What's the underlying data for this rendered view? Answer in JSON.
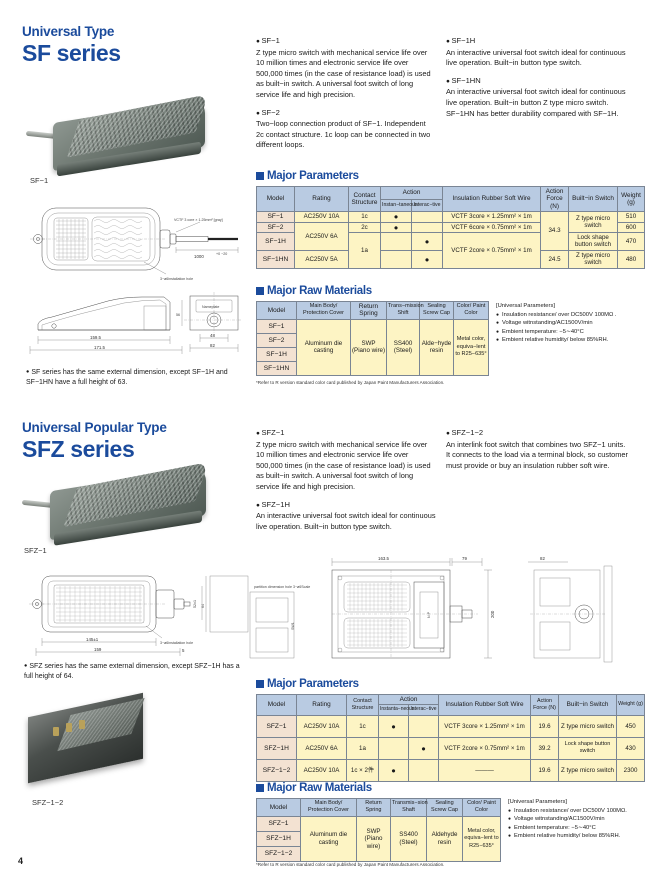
{
  "page": {
    "number": "4"
  },
  "sections": [
    {
      "id": "sf",
      "subtitle": "Universal Type",
      "title": "SF series",
      "photo_caption": "SF−1",
      "dimension_note": "SF series has the same external dimension, except SF−1H and SF−1HN have a full height of 63.",
      "drawing_labels": {
        "cord": "VCTF 3 core × 1.25mm² [gray]",
        "cord_len": "1000",
        "hole": "3−ø6installation hole",
        "plate": "Nameplate",
        "dim_a": "159.5",
        "dim_b": "171.5",
        "dim_c": "48",
        "dim_d": "82"
      },
      "descriptions": [
        {
          "model": "SF−1",
          "text": "Z type micro switch with mechanical service life over 10 million times and electronic service life over 500,000 times (in the case of resistance load) is used as built−in switch. A universal foot switch of long service life and high precision."
        },
        {
          "model": "SF−2",
          "text": "Two−loop connection product of SF−1. Independent 2c contact structure. 1c loop can be connected in two different loops."
        },
        {
          "model": "SF−1H",
          "text": "An interactive universal foot switch ideal for continuous live operation. Built−in button type switch."
        },
        {
          "model": "SF−1HN",
          "text": "An interactive universal foot switch ideal for continuous live operation. Built−in button Z type micro switch. SF−1HN has better durability compared with SF−1H."
        }
      ],
      "parameters": {
        "heading": "Major Parameters",
        "headers": {
          "model": "Model",
          "rating": "Rating",
          "contact": "Contact Structure",
          "action": "Action",
          "instantaneous": "Instan−taneous",
          "interactive": "Interac−tive",
          "wire": "Insulation Rubber Soft Wire",
          "force": "Action Force (N)",
          "switch": "Built−in Switch",
          "weight": "Weight (g)"
        },
        "rows": [
          {
            "model": "SF−1",
            "rating": "AC250V 10A",
            "contact": "1c",
            "inst": "●",
            "inter": "",
            "wire": "VCTF 3core × 1.25mm² × 1m",
            "force": "34.3",
            "switch": "Z type micro switch",
            "weight": "510"
          },
          {
            "model": "SF−2",
            "rating": "AC250V 6A",
            "contact": "2c",
            "inst": "●",
            "inter": "",
            "wire": "VCTF 6core × 0.75mm² × 1m",
            "force": "",
            "switch": "",
            "weight": "600"
          },
          {
            "model": "SF−1H",
            "rating": "",
            "contact": "1a",
            "inst": "",
            "inter": "●",
            "wire": "VCTF 2core × 0.75mm² × 1m",
            "force": "",
            "switch": "Lock shape button switch",
            "weight": "470"
          },
          {
            "model": "SF−1HN",
            "rating": "AC250V 5A",
            "contact": "",
            "inst": "",
            "inter": "●",
            "wire": "",
            "force": "24.5",
            "switch": "Z type micro switch",
            "weight": "480"
          }
        ]
      },
      "materials": {
        "heading": "Major Raw Materials",
        "headers": {
          "model": "Model",
          "body": "Main Body/ Protection Cover",
          "spring": "Return Spring",
          "shaft": "Trans−mission Shift",
          "cap": "Sealing Screw Cap",
          "color": "Color/ Paint Color"
        },
        "models": [
          "SF−1",
          "SF−2",
          "SF−1H",
          "SF−1HN"
        ],
        "values": {
          "body": "Aluminum die casting",
          "spring": "SWP (Piano wire)",
          "shaft": "SS400 (Steel)",
          "cap": "Alde−hyde resin",
          "color": "Metal color, equiva−lent to R25−635°"
        },
        "footnote": "*Refer to R version standard color card published by Japan Paint Manufacturers Association."
      },
      "universal": {
        "title": "[Universal Parameters]",
        "items": [
          "Insulation resistance/ over DC500V 100MΩ .",
          "Voltage witnstanding/AC1500V/min",
          "Embient temperature:  −5∼40°C",
          "Embient relative humidity/ below 85%RH."
        ]
      }
    },
    {
      "id": "sfz",
      "subtitle": "Universal Popular Type",
      "title": "SFZ series",
      "photo_caption": "SFZ−1",
      "photo_caption2": "SFZ−1−2",
      "dimension_note": "SFZ series has the same external dimension, except SFZ−1H has a full height of 64.",
      "drawing_labels": {
        "hole": "3−ø6installation hole",
        "dim_a": "145±1",
        "dim_b": "159",
        "dim_c": "52±1",
        "dim_d": "64",
        "dim_e": "57",
        "dim_f": "5"
      },
      "descriptions": [
        {
          "model": "SFZ−1",
          "text": "Z type micro switch with mechanical service life over 10 million times and electronic service life over 500,000 times (in the case of resistance load) is used as built−in switch. A universal foot switch of long service life and high precision."
        },
        {
          "model": "SFZ−1H",
          "text": "An interactive universal foot switch ideal for continuous live operation. Built−in button type switch."
        },
        {
          "model": "SFZ−1−2",
          "text": "An interlink foot switch that combines two SFZ−1 units. It connects to the load via a terminal block, so customer must provide or buy an insulation rubber soft wire."
        }
      ],
      "parameters": {
        "heading": "Major Parameters",
        "headers": {
          "model": "Model",
          "rating": "Rating",
          "contact": "Contact Structure",
          "action": "Action",
          "instantaneous": "Instanta−neous",
          "interactive": "Interac−tive",
          "wire": "Insulation Rubber Soft Wire",
          "force": "Action Force (N)",
          "switch": "Built−in Switch",
          "weight": "Weight (g)"
        },
        "rows": [
          {
            "model": "SFZ−1",
            "rating": "AC250V 10A",
            "contact": "1c",
            "inst": "●",
            "inter": "",
            "wire": "VCTF 3core × 1.25mm² × 1m",
            "force": "19.6",
            "switch": "Z type micro switch",
            "weight": "450"
          },
          {
            "model": "SFZ−1H",
            "rating": "AC250V 6A",
            "contact": "1a",
            "inst": "",
            "inter": "●",
            "wire": "VCTF 2core × 0.75mm² × 1m",
            "force": "39.2",
            "switch": "Lock shape button switch",
            "weight": "430"
          },
          {
            "model": "SFZ−1−2",
            "rating": "AC250V 10A",
            "contact": "1c × 2件",
            "inst": "●",
            "inter": "",
            "wire": "———",
            "force": "19.6",
            "switch": "Z type micro switch",
            "weight": "2300"
          }
        ]
      },
      "materials": {
        "heading": "Major Raw Materials",
        "headers": {
          "model": "Model",
          "body": "Main Body/ Protection Cover",
          "spring": "Return Spring",
          "shaft": "Transmis−sion Shaft",
          "cap": "Sealing Screw Cap",
          "color": "Color/ Paint Color"
        },
        "models": [
          "SFZ−1",
          "SFZ−1H",
          "SFZ−1−2"
        ],
        "values": {
          "body": "Aluminum die casting",
          "spring": "SWP (Piano wire)",
          "shaft": "SS400 (Steel)",
          "cap": "Aldehyde resin",
          "color": "Metal color, equiva−lent to R25−635°"
        },
        "footnote": "*Refer to R version standard color card published by Japan Paint Manufacturers Association."
      },
      "universal": {
        "title": "[Universal Parameters]",
        "items": [
          "Insulation resistance/ over DC500V 100MΩ.",
          "Voltage witnstanding/AC1500V/min",
          "Embient temperature:  −5∼40°C",
          "Embient relative humidity/ below 85%RH."
        ]
      },
      "drawing2_labels": {
        "partition": "partition dimension hole 3−ø6Scale",
        "dim_top": "163.5",
        "dim_top2": "79",
        "dim_side": "200"
      }
    }
  ]
}
